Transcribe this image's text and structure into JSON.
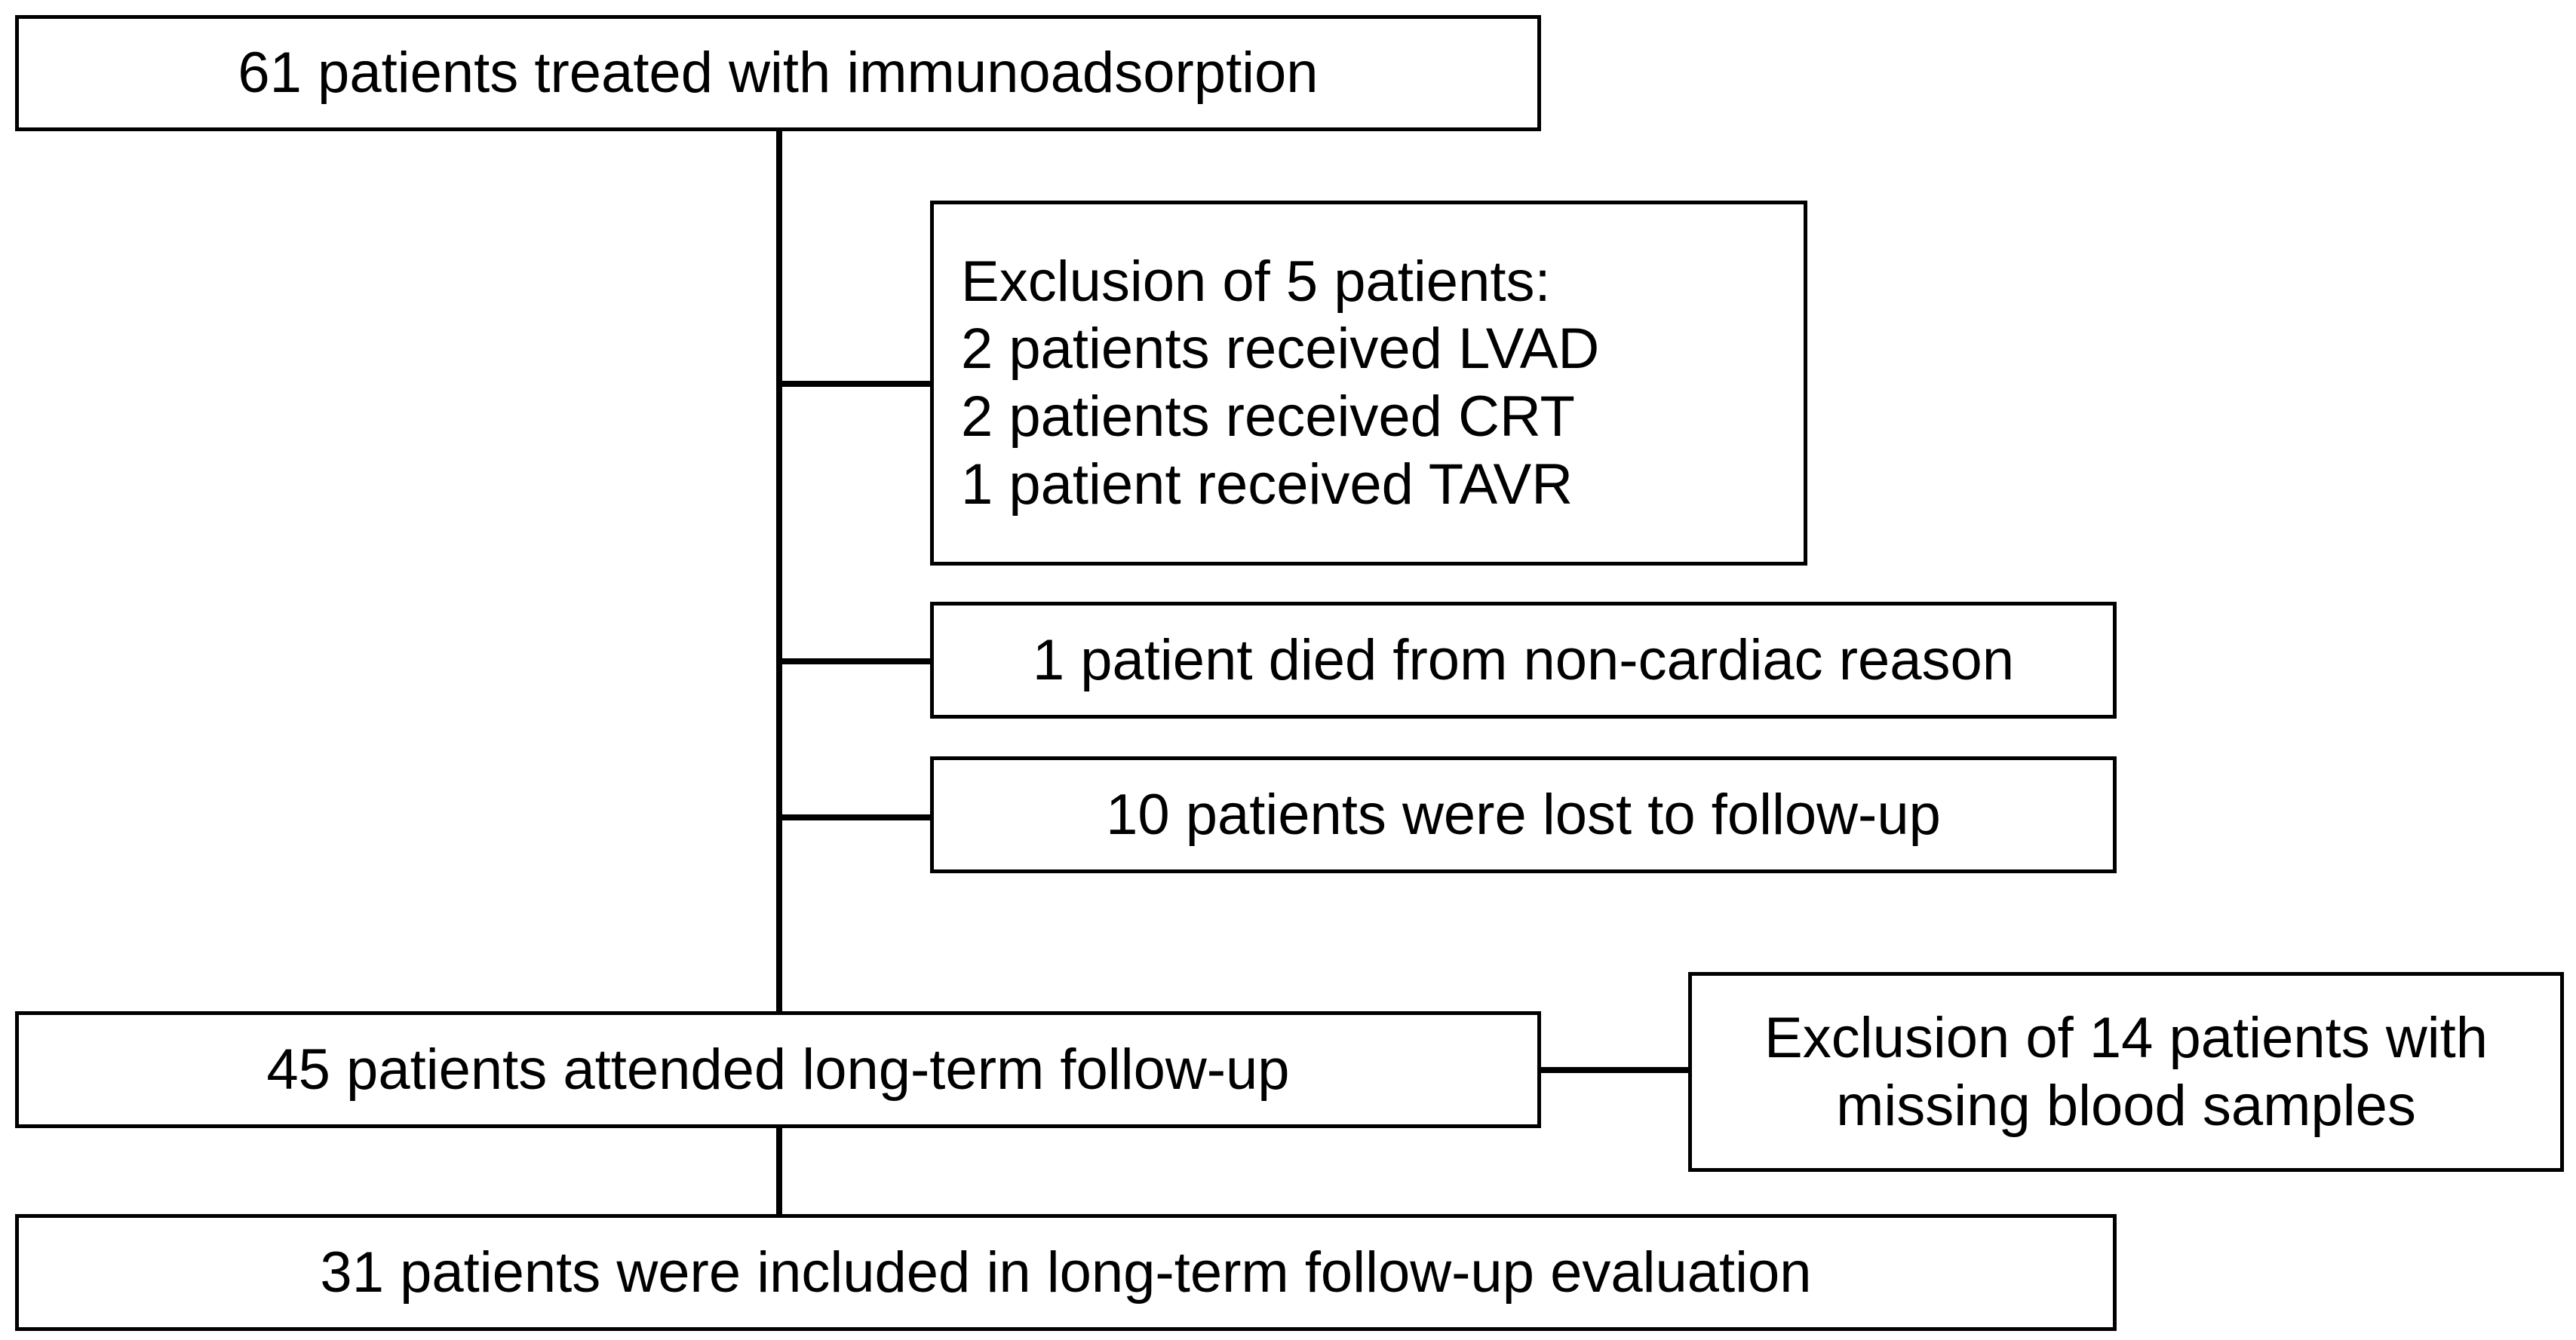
{
  "flowchart": {
    "top_box": {
      "text": "61 patients treated with immunoadsorption"
    },
    "exclusion_box": {
      "title": "Exclusion of 5 patients:",
      "items": [
        "2 patients received LVAD",
        "2 patients received CRT",
        "1 patient received TAVR"
      ]
    },
    "died_box": {
      "text": "1 patient died from non-cardiac reason"
    },
    "lost_box": {
      "text": "10 patients were lost to follow-up"
    },
    "followup_box": {
      "text": "45 patients attended long-term follow-up"
    },
    "missing_box": {
      "lines": [
        "Exclusion of 14 patients with",
        "missing blood samples"
      ]
    },
    "final_box": {
      "text": "31 patients were included in long-term follow-up evaluation"
    }
  },
  "colors": {
    "line": "#000000",
    "box_border": "#000000",
    "background": "#ffffff"
  }
}
